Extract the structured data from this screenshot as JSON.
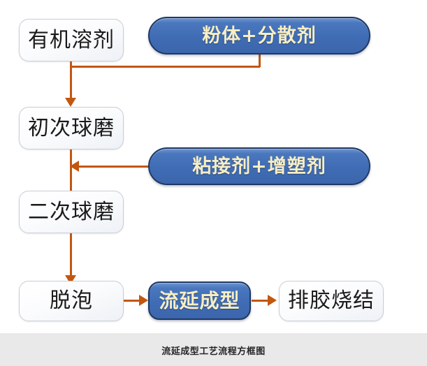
{
  "diagram": {
    "title": "流延成型工艺流程方框图",
    "accent_arrow_color": "#c2570f",
    "blue_fill_color": "#4472b8",
    "blue_border_color": "#1f3864",
    "blue_text_color": "#f7eec4",
    "light_fill_color": "#f3f5f9",
    "light_border_color": "#c9ced7",
    "caption_band_color": "#e9e9e9",
    "nodes": [
      {
        "id": "solvent",
        "label": "有机溶剂",
        "style": "light"
      },
      {
        "id": "powder",
        "label": "粉体+分散剂",
        "style": "blue-pill"
      },
      {
        "id": "first-mill",
        "label": "初次球磨",
        "style": "light"
      },
      {
        "id": "binder",
        "label": "粘接剂+增塑剂",
        "style": "blue-pill"
      },
      {
        "id": "second-mill",
        "label": "二次球磨",
        "style": "light"
      },
      {
        "id": "defoam",
        "label": "脱泡",
        "style": "light"
      },
      {
        "id": "tape-cast",
        "label": "流延成型",
        "style": "blue-rect"
      },
      {
        "id": "sinter",
        "label": "排胶烧结",
        "style": "light"
      }
    ],
    "edges": [
      {
        "from": "solvent",
        "to": "first-mill",
        "direction": "down"
      },
      {
        "from": "powder",
        "to": "first-mill",
        "direction": "down"
      },
      {
        "from": "first-mill",
        "to": "second-mill",
        "direction": "down"
      },
      {
        "from": "binder",
        "to": "second-mill",
        "direction": "left"
      },
      {
        "from": "second-mill",
        "to": "defoam",
        "direction": "down"
      },
      {
        "from": "defoam",
        "to": "tape-cast",
        "direction": "right"
      },
      {
        "from": "tape-cast",
        "to": "sinter",
        "direction": "right"
      }
    ]
  }
}
